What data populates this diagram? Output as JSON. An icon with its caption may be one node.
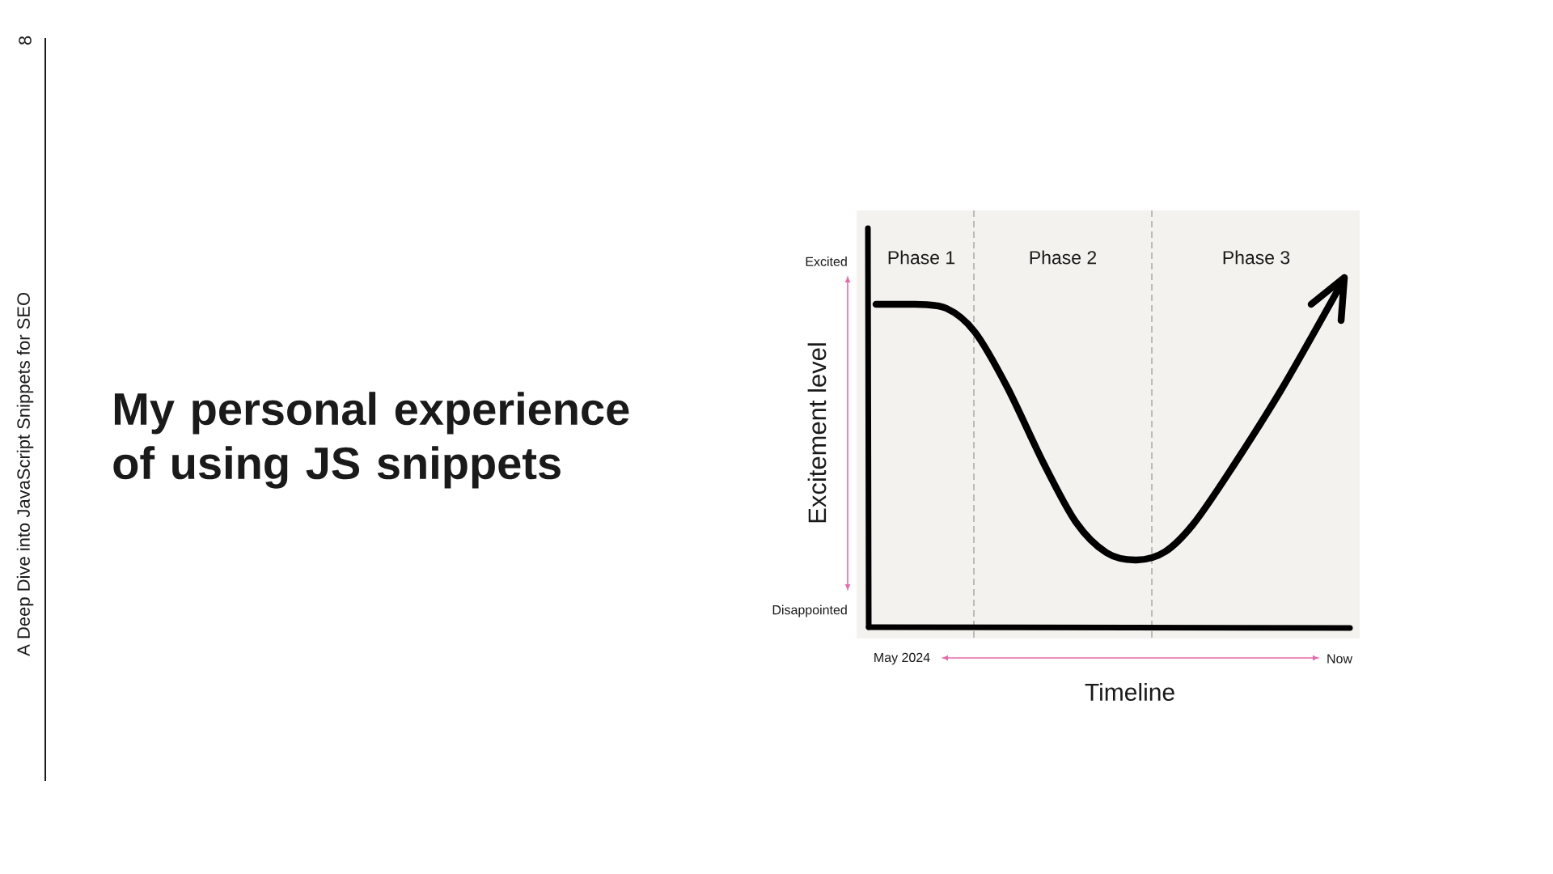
{
  "diagram": {
    "title": "My personal experience of using JS snippets",
    "labels": [
      "A Deep Dive into JavaScript Snippets for SEO",
      "8",
      "Excited",
      "Phase 1",
      "Phase 2",
      "Phase 3",
      "Excitement level",
      "Disappointed",
      "May 2024",
      "Now",
      "Timeline"
    ]
  }
}
